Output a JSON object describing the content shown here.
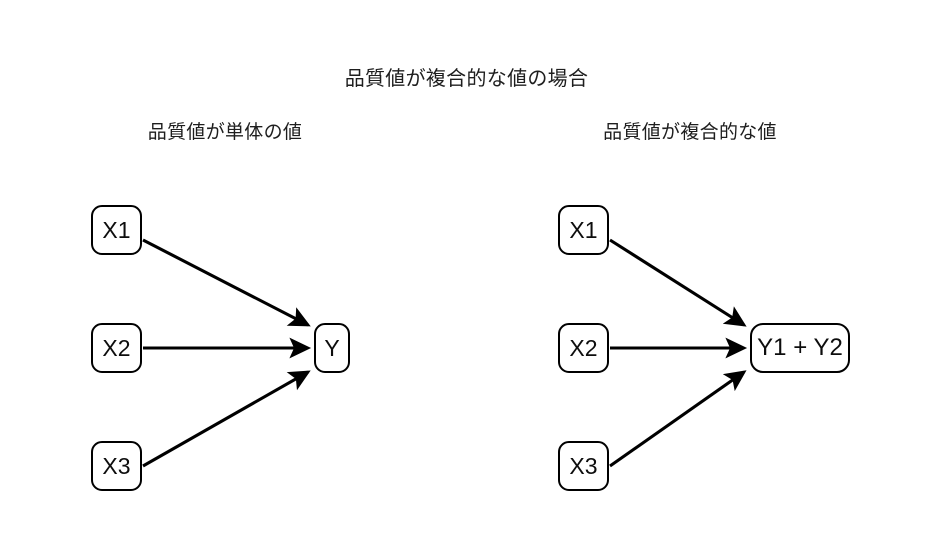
{
  "page": {
    "background_color": "#ffffff",
    "stroke_color": "#000000",
    "text_color": "#1e1e1e",
    "title": "品質値が複合的な値の場合"
  },
  "panels": [
    {
      "id": "single",
      "subtitle": "品質値が単体の値",
      "inputs": [
        {
          "label": "X1"
        },
        {
          "label": "X2"
        },
        {
          "label": "X3"
        }
      ],
      "output": {
        "label": "Y"
      },
      "edges": [
        {
          "from": "X1",
          "to": "Y"
        },
        {
          "from": "X2",
          "to": "Y"
        },
        {
          "from": "X3",
          "to": "Y"
        }
      ]
    },
    {
      "id": "composite",
      "subtitle": "品質値が複合的な値",
      "inputs": [
        {
          "label": "X1"
        },
        {
          "label": "X2"
        },
        {
          "label": "X3"
        }
      ],
      "output": {
        "label": "Y1 + Y2"
      },
      "edges": [
        {
          "from": "X1",
          "to": "Y1 + Y2"
        },
        {
          "from": "X2",
          "to": "Y1 + Y2"
        },
        {
          "from": "X3",
          "to": "Y1 + Y2"
        }
      ]
    }
  ]
}
